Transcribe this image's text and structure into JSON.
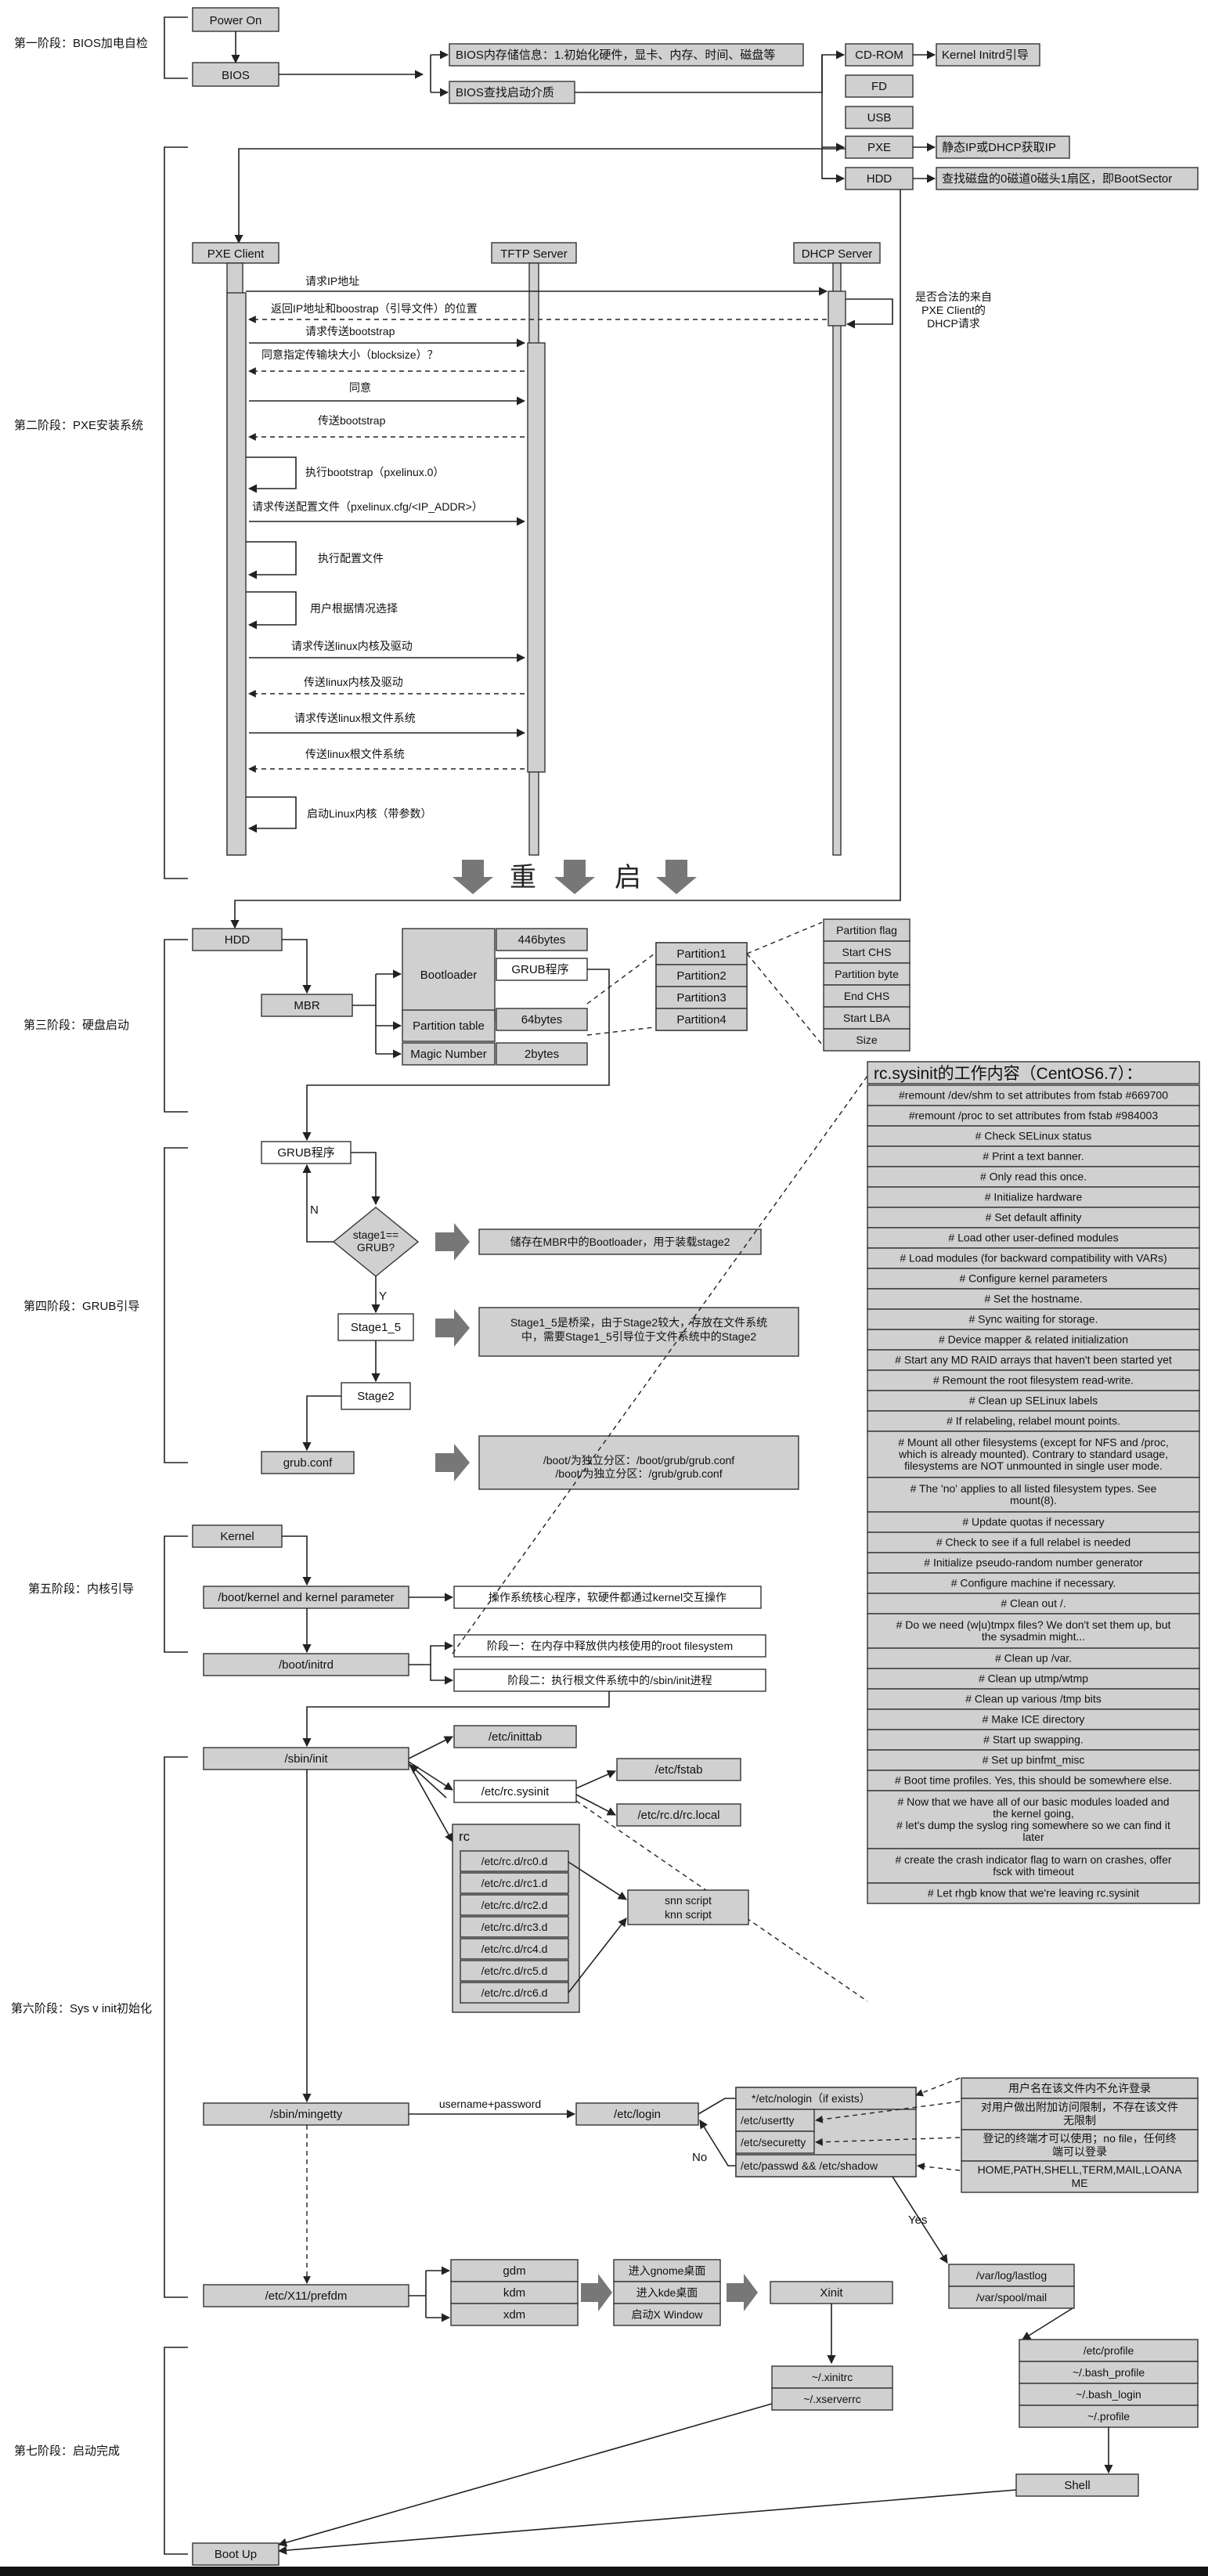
{
  "stages": {
    "s1": "第一阶段：BIOS加电自检",
    "s2": "第二阶段：PXE安装系统",
    "s3": "第三阶段：硬盘启动",
    "s4": "第四阶段：GRUB引导",
    "s5": "第五阶段：内核引导",
    "s6": "第六阶段：Sys v init初始化",
    "s7": "第七阶段：启动完成"
  },
  "bios": {
    "power_on": "Power On",
    "bios": "BIOS",
    "mem_info": "BIOS内存储信息：1.初始化硬件，显卡、内存、时间、磁盘等",
    "find_media": "BIOS查找启动介质",
    "media": [
      "CD-ROM",
      "FD",
      "USB",
      "PXE",
      "HDD"
    ],
    "cdrom_note": "Kernel Initrd引导",
    "pxe_note": "静态IP或DHCP获取IP",
    "hdd_note": "查找磁盘的0磁道0磁头1扇区，即BootSector"
  },
  "pxe": {
    "client": "PXE   Client",
    "tftp": "TFTP Server",
    "dhcp": "DHCP Server",
    "dhcp_note": [
      "是否合法的来自",
      "PXE Client的",
      "DHCP请求"
    ],
    "messages": {
      "m1": "请求IP地址",
      "m2": "返回IP地址和boostrap（引导文件）的位置",
      "m3": "请求传送bootstrap",
      "m4": "同意指定传输块大小（blocksize）？",
      "m5": "同意",
      "m6": "传送bootstrap",
      "m7": "执行bootstrap（pxelinux.0）",
      "m8": "请求传送配置文件（pxelinux.cfg/<IP_ADDR>）",
      "m9": "执行配置文件",
      "m10": "用户根据情况选择",
      "m11": "请求传送linux内核及驱动",
      "m12": "传送linux内核及驱动",
      "m13": "请求传送linux根文件系统",
      "m14": "传送linux根文件系统",
      "m15": "启动Linux内核（带参数）"
    },
    "reboot": [
      "重",
      "启"
    ]
  },
  "disk": {
    "hdd": "HDD",
    "mbr": "MBR",
    "bootloader": "Bootloader",
    "partition_table": "Partition table",
    "magic": "Magic Number",
    "b446": "446bytes",
    "grub": "GRUB程序",
    "b64": "64bytes",
    "b2": "2bytes",
    "partitions": [
      "Partition1",
      "Partition2",
      "Partition3",
      "Partition4"
    ],
    "fields": [
      "Partition flag",
      "Start CHS",
      "Partition byte",
      "End CHS",
      "Start LBA",
      "Size"
    ]
  },
  "grub": {
    "program": "GRUB程序",
    "diamond": [
      "stage1==",
      "GRUB?"
    ],
    "n": "N",
    "y": "Y",
    "stage1_5": "Stage1_5",
    "stage2": "Stage2",
    "conf": "grub.conf",
    "note1": "储存在MBR中的Bootloader，用于装载stage2",
    "note2": [
      "Stage1_5是桥梁，由于Stage2较大，存放在文件系统",
      "中，需要Stage1_5引导位于文件系统中的Stage2"
    ],
    "note3": [
      "/boot/为独立分区：/boot/grub/grub.conf",
      "/boot/为独立分区：/grub/grub.conf"
    ]
  },
  "kernel": {
    "kernel": "Kernel",
    "param": "/boot/kernel and kernel parameter",
    "initrd": "/boot/initrd",
    "note": "操作系统核心程序，软硬件都通过kernel交互操作",
    "phase1": "阶段一：在内存中释放供内核使用的root filesystem",
    "phase2": "阶段二：执行根文件系统中的/sbin/init进程"
  },
  "init": {
    "sbin_init": "/sbin/init",
    "inittab": "/etc/inittab",
    "rcsysinit": "/etc/rc.sysinit",
    "fstab": "/etc/fstab",
    "rclocal": "/etc/rc.d/rc.local",
    "rc": "rc",
    "rcdirs": [
      "/etc/rc.d/rc0.d",
      "/etc/rc.d/rc1.d",
      "/etc/rc.d/rc2.d",
      "/etc/rc.d/rc3.d",
      "/etc/rc.d/rc4.d",
      "/etc/rc.d/rc5.d",
      "/etc/rc.d/rc6.d"
    ],
    "scripts": [
      "snn script",
      "knn script"
    ],
    "mingetty": "/sbin/mingetty",
    "userpass": "username+password",
    "login": "/etc/login",
    "login_files": [
      "*/etc/nologin（if exists）",
      "/etc/usertty",
      "/etc/securetty",
      "/etc/passwd && /etc/shadow"
    ],
    "login_notes": [
      [
        "用户名在该文件内不允许登录"
      ],
      [
        "对用户做出附加访问限制，不存在该文件",
        "无限制"
      ],
      [
        "登记的终端才可以使用；no file，任何终",
        "端可以登录"
      ],
      [
        "HOME,PATH,SHELL,TERM,MAIL,LOANA",
        "ME"
      ]
    ],
    "no": "No",
    "yes": "Yes",
    "lastlog": [
      "/var/log/lastlog",
      "/var/spool/mail"
    ],
    "prefdm": "/etc/X11/prefdm",
    "dms": [
      "gdm",
      "kdm",
      "xdm"
    ],
    "desktops": [
      "进入gnome桌面",
      "进入kde桌面",
      "启动X Window"
    ],
    "xinit": "Xinit",
    "xinitrc": [
      "~/.xinitrc",
      "~/.xserverrc"
    ],
    "profiles": [
      "/etc/profile",
      "~/.bash_profile",
      "~/.bash_login",
      "~/.profile"
    ],
    "shell": "Shell",
    "bootup": "Boot Up"
  },
  "rcsysinit": {
    "title": "rc.sysinit的工作内容（CentOS6.7）：",
    "items": [
      [
        "#remount /dev/shm to set attributes from fstab #669700"
      ],
      [
        "#remount /proc to set attributes from fstab #984003"
      ],
      [
        "# Check SELinux status"
      ],
      [
        "# Print a text banner."
      ],
      [
        "# Only read this once."
      ],
      [
        "# Initialize hardware"
      ],
      [
        "# Set default affinity"
      ],
      [
        "# Load other user-defined modules"
      ],
      [
        "# Load modules (for backward compatibility with VARs)"
      ],
      [
        "# Configure kernel parameters"
      ],
      [
        "# Set the hostname."
      ],
      [
        "# Sync waiting for storage."
      ],
      [
        "# Device mapper & related initialization"
      ],
      [
        "# Start any MD RAID arrays that haven't been started yet"
      ],
      [
        "# Remount the root filesystem read-write."
      ],
      [
        "# Clean up SELinux labels"
      ],
      [
        "# If relabeling, relabel mount points."
      ],
      [
        "# Mount all other filesystems (except for NFS and /proc,",
        "which is already mounted). Contrary to standard usage,",
        "filesystems are NOT unmounted in single user mode."
      ],
      [
        "# The 'no' applies to all listed filesystem types. See",
        "mount(8)."
      ],
      [
        "# Update quotas if necessary"
      ],
      [
        "# Check to see if a full relabel is needed"
      ],
      [
        "# Initialize pseudo-random number generator"
      ],
      [
        "# Configure machine if necessary."
      ],
      [
        "# Clean out /."
      ],
      [
        "# Do we need (w|u)tmpx files? We don't set them up, but",
        "the sysadmin might..."
      ],
      [
        "# Clean up /var."
      ],
      [
        "# Clean up utmp/wtmp"
      ],
      [
        "# Clean up various /tmp bits"
      ],
      [
        "# Make ICE directory"
      ],
      [
        "# Start up swapping."
      ],
      [
        "# Set up binfmt_misc"
      ],
      [
        "# Boot time profiles. Yes, this should be somewhere else."
      ],
      [
        "# Now that we have all of our basic modules loaded and",
        "the kernel going,",
        "# let's dump the syslog ring somewhere so we can find it",
        "later"
      ],
      [
        "# create the crash indicator flag to warn on crashes, offer",
        "fsck with timeout"
      ],
      [
        "# Let rhgb know that we're leaving rc.sysinit"
      ]
    ]
  }
}
